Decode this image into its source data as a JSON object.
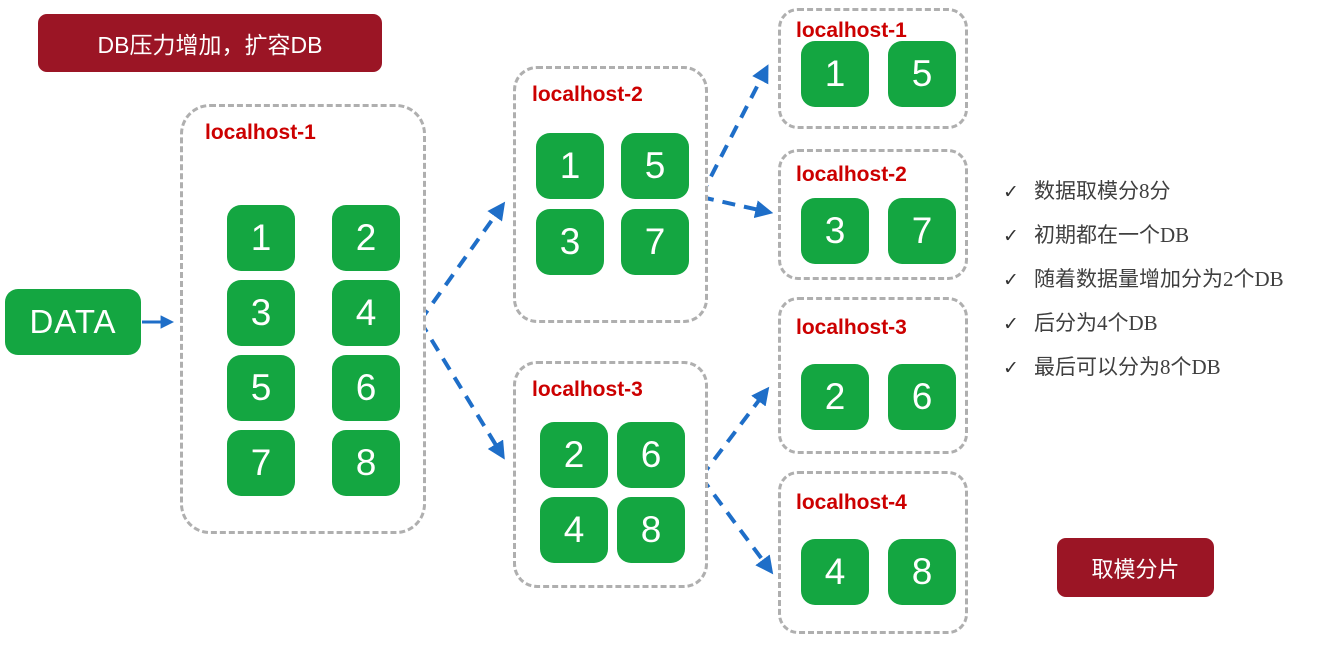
{
  "banners": {
    "top_left": "DB压力增加，扩容DB",
    "bottom_right": "取模分片"
  },
  "data_source": {
    "label": "DATA"
  },
  "groups": [
    {
      "label": "localhost-1",
      "tiles": [
        "1",
        "2",
        "3",
        "4",
        "5",
        "6",
        "7",
        "8"
      ]
    },
    {
      "label": "localhost-2",
      "tiles": [
        "1",
        "5",
        "3",
        "7"
      ]
    },
    {
      "label": "localhost-3",
      "tiles": [
        "2",
        "6",
        "4",
        "8"
      ]
    },
    {
      "label": "localhost-1",
      "tiles": [
        "1",
        "5"
      ]
    },
    {
      "label": "localhost-2",
      "tiles": [
        "3",
        "7"
      ]
    },
    {
      "label": "localhost-3",
      "tiles": [
        "2",
        "6"
      ]
    },
    {
      "label": "localhost-4",
      "tiles": [
        "4",
        "8"
      ]
    }
  ],
  "notes": {
    "bullet_char": "✓",
    "items": [
      "数据取模分8分",
      "初期都在一个DB",
      "随着数据量增加分为2个DB",
      "后分为4个DB",
      "最后可以分为8个DB"
    ]
  },
  "colors": {
    "tile_green": "#14A641",
    "banner_maroon": "#9B1525",
    "label_red": "#CC0000",
    "arrow_blue": "#1E6EC8",
    "dash_gray": "#AFAFAF",
    "note_text": "#3F3F3F"
  }
}
